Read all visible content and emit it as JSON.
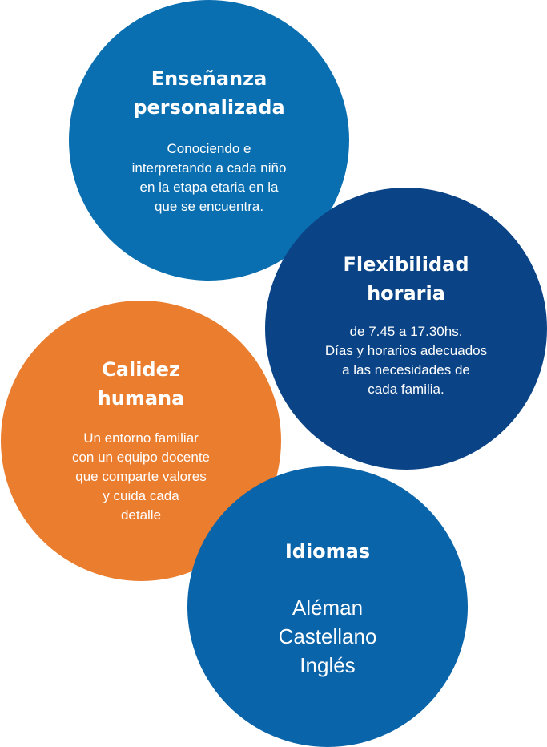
{
  "colors": {
    "ensenanza": "#0a6fb0",
    "flexibilidad": "#0a4486",
    "calidez": "#eb7d2f",
    "idiomas": "#0a64a9"
  },
  "circles": [
    {
      "title": "Enseñanza\npersonalizada",
      "description": "Conociendo e\ninterpretando a cada niño\nen la etapa etaria en la\nque se encuentra."
    },
    {
      "title": "Flexibilidad\nhoraria",
      "description": "de 7.45 a 17.30hs.\nDías y horarios adecuados\na las necesidades de\ncada familia."
    },
    {
      "title": "Calidez\nhumana",
      "description": "Un entorno familiar\ncon un equipo docente\nque comparte valores\ny cuida cada\ndetalle"
    },
    {
      "title": "Idiomas",
      "description": "Aléman\nCastellano\nInglés"
    }
  ]
}
